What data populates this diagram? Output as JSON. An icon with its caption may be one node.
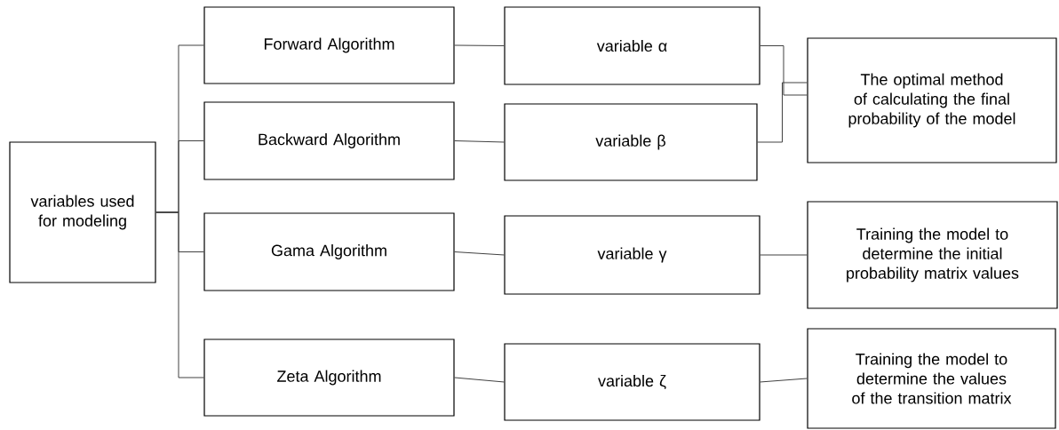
{
  "diagram": {
    "nodes": [
      {
        "text": [
          "variables used for modeling"
        ]
      },
      {
        "text": [
          "Forward Algorithm"
        ]
      },
      {
        "text": [
          "Backward Algorithm"
        ]
      },
      {
        "text": [
          "Gama Algorithm"
        ]
      },
      {
        "text": [
          "Zeta Algorithm"
        ]
      },
      {
        "text": [
          "variable α"
        ]
      },
      {
        "text": [
          "variable β"
        ]
      },
      {
        "text": [
          "variable γ"
        ]
      },
      {
        "text": [
          "variable ζ"
        ]
      },
      {
        "text": [
          "The optimal method of calculating the final probability of the model"
        ]
      },
      {
        "text": [
          "Training the model to determine the initial probability matrix values"
        ]
      },
      {
        "text": [
          "Training the model to determine the values of the transition matrix"
        ]
      }
    ],
    "edges": [
      {
        "from": 0,
        "to": 1,
        "arrow": "none"
      },
      {
        "from": 0,
        "to": 2,
        "arrow": "none"
      },
      {
        "from": 0,
        "to": 3,
        "arrow": "none"
      },
      {
        "from": 0,
        "to": 4,
        "arrow": "none"
      },
      {
        "from": 1,
        "to": 5,
        "arrow": "none"
      },
      {
        "from": 2,
        "to": 6,
        "arrow": "none"
      },
      {
        "from": 3,
        "to": 7,
        "arrow": "none"
      },
      {
        "from": 4,
        "to": 8,
        "arrow": "none"
      },
      {
        "from": 5,
        "to": 9,
        "arrow": "none"
      },
      {
        "from": 6,
        "to": 9,
        "arrow": "none"
      },
      {
        "from": 7,
        "to": 10,
        "arrow": "none"
      },
      {
        "from": 8,
        "to": 11,
        "arrow": "none"
      }
    ]
  }
}
